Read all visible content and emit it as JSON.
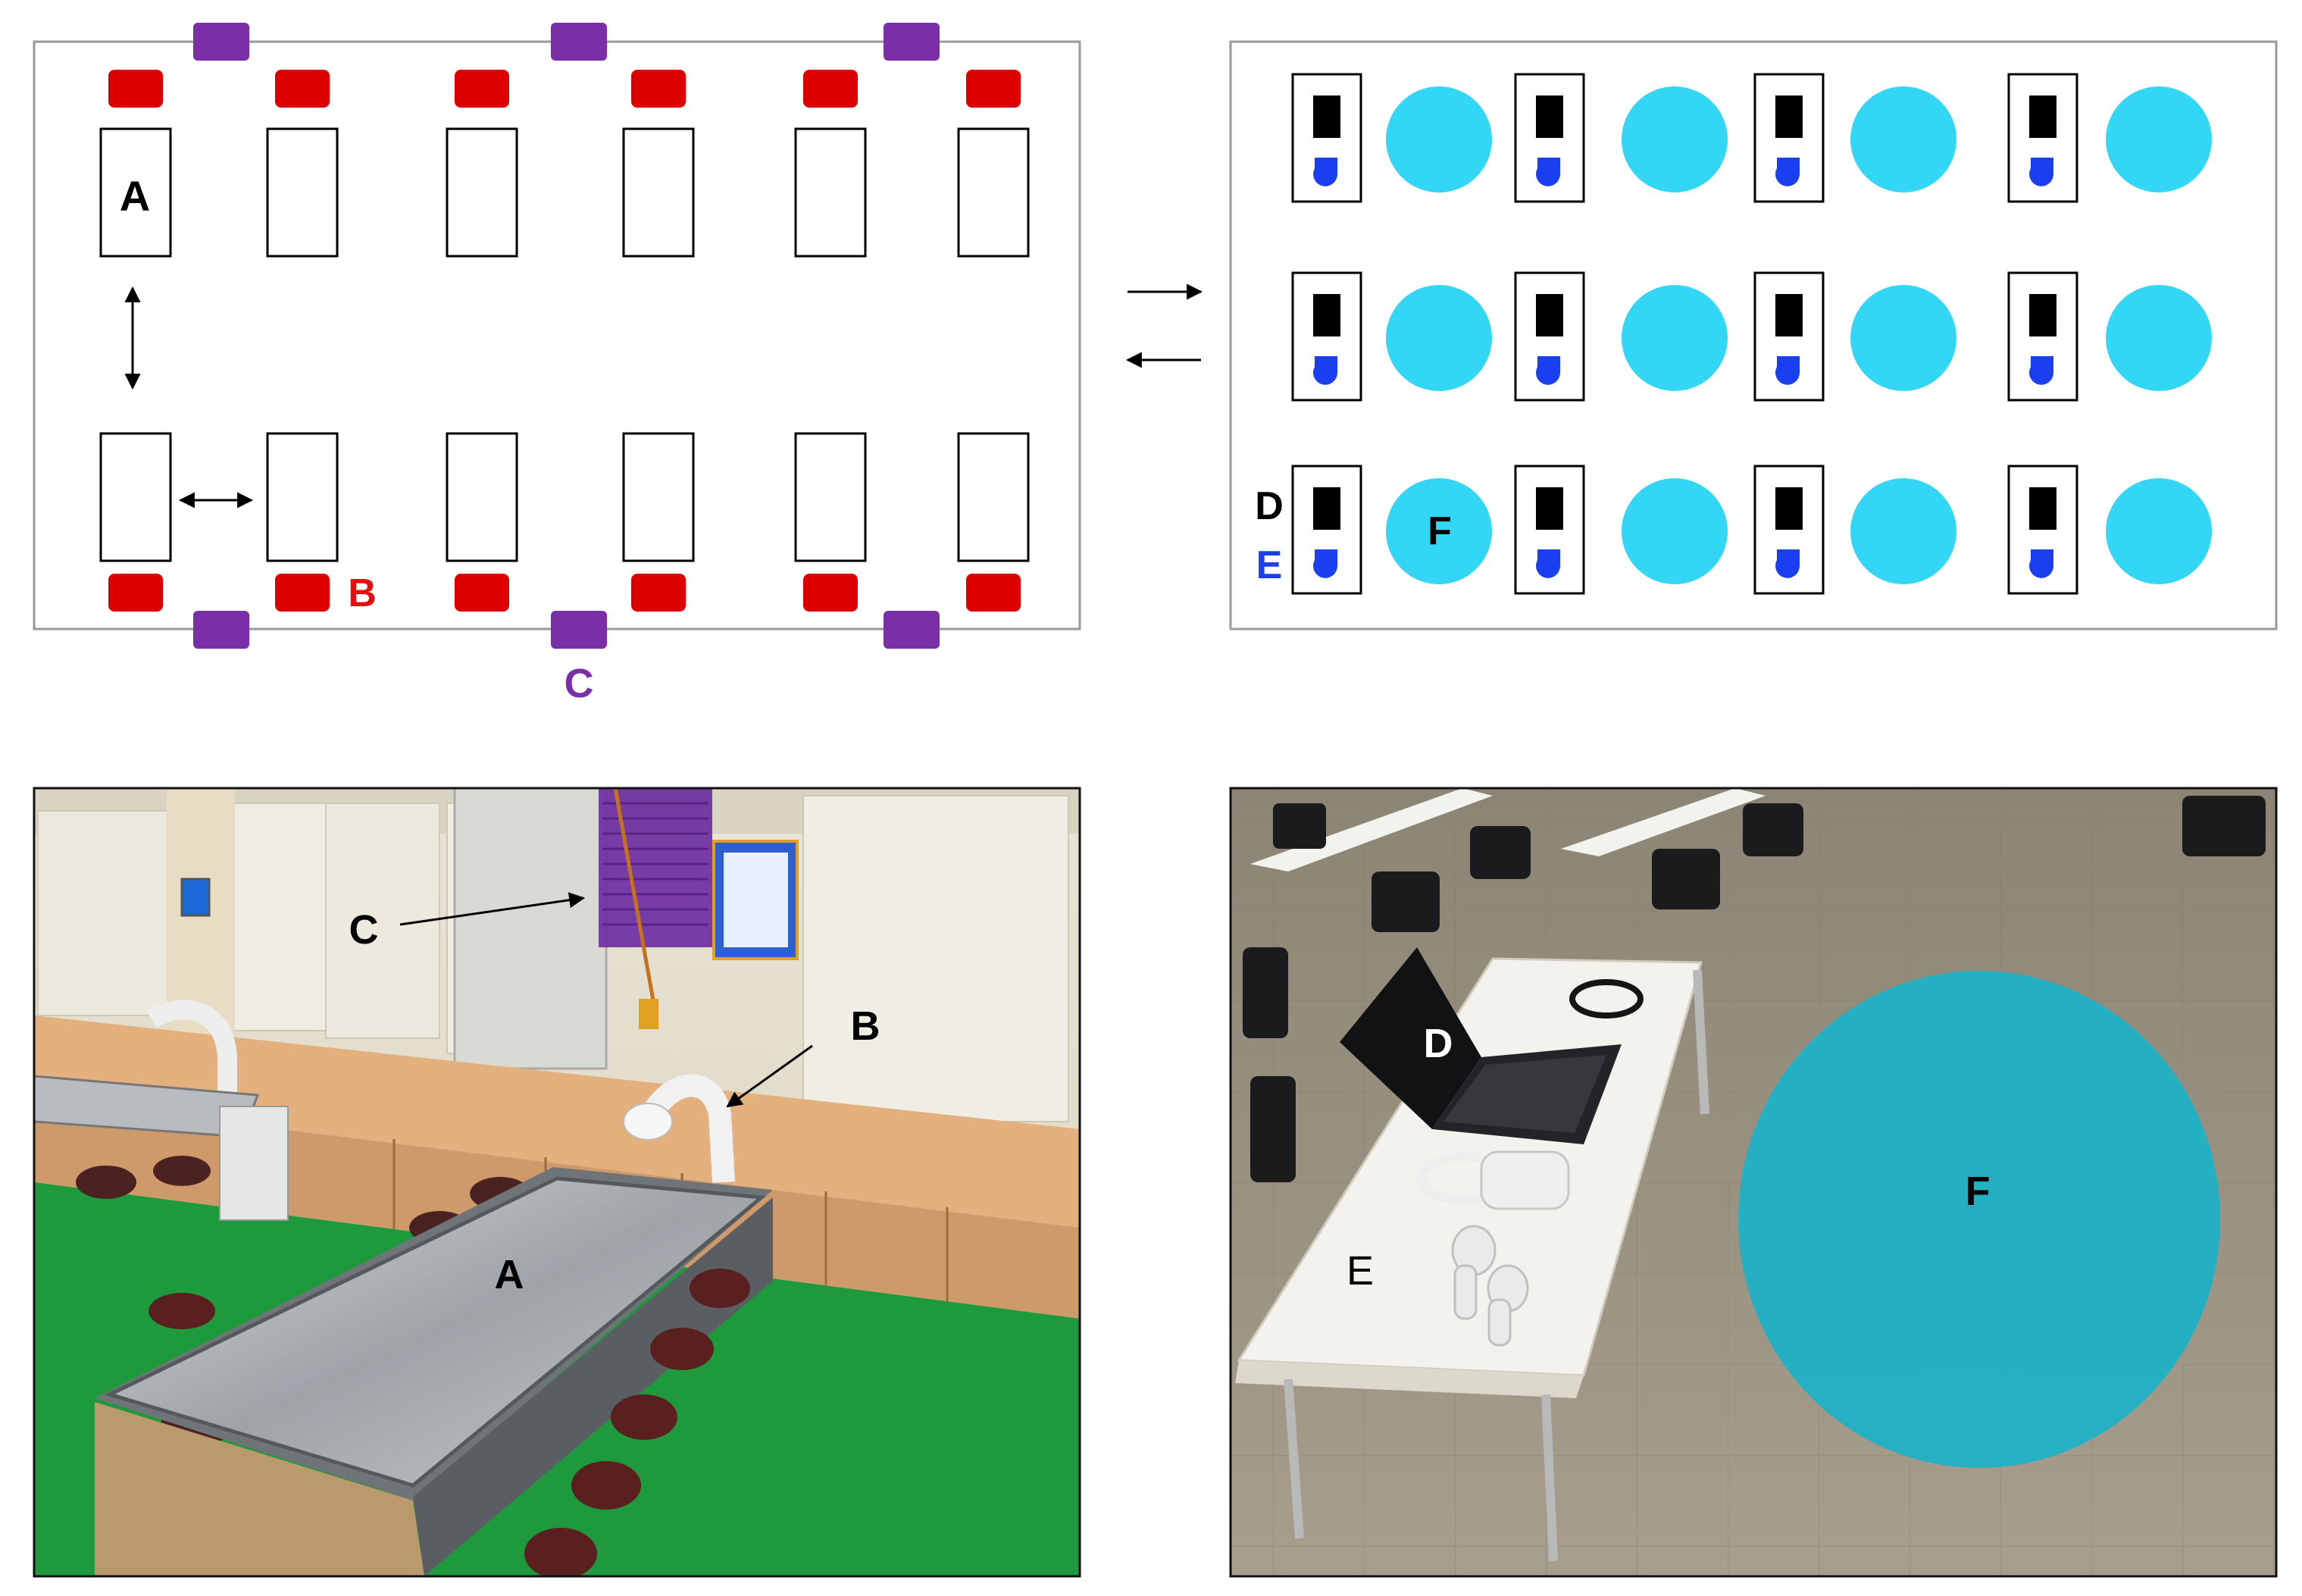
{
  "left_plan": {
    "label_a": "A",
    "label_b": "B",
    "label_c": "C"
  },
  "right_plan": {
    "label_d": "D",
    "label_e": "E",
    "label_f": "F"
  },
  "photo_left": {
    "label_a": "A",
    "label_b": "B",
    "label_c": "C"
  },
  "photo_right": {
    "label_d": "D",
    "label_e": "E",
    "label_f": "F"
  },
  "colors": {
    "chair_red": "#dd0000",
    "vent_purple": "#7b2fa6",
    "circle_cyan": "#33d6f5",
    "drop_blue": "#1a3ff0",
    "label_red": "#e01010",
    "label_purple": "#7b2fa6",
    "label_blue": "#1a3ff0",
    "floor_green": "#1e9a3c",
    "photo_circle": "#1ab2c8"
  },
  "icons": {
    "arrow_right": "arrow-right-icon",
    "arrow_left": "arrow-left-icon",
    "double_arrow_vertical": "double-arrow-vertical-icon",
    "double_arrow_horizontal": "double-arrow-horizontal-icon",
    "laptop": "laptop-icon",
    "vr_headset": "vr-headset-icon",
    "drop": "drop-icon"
  }
}
